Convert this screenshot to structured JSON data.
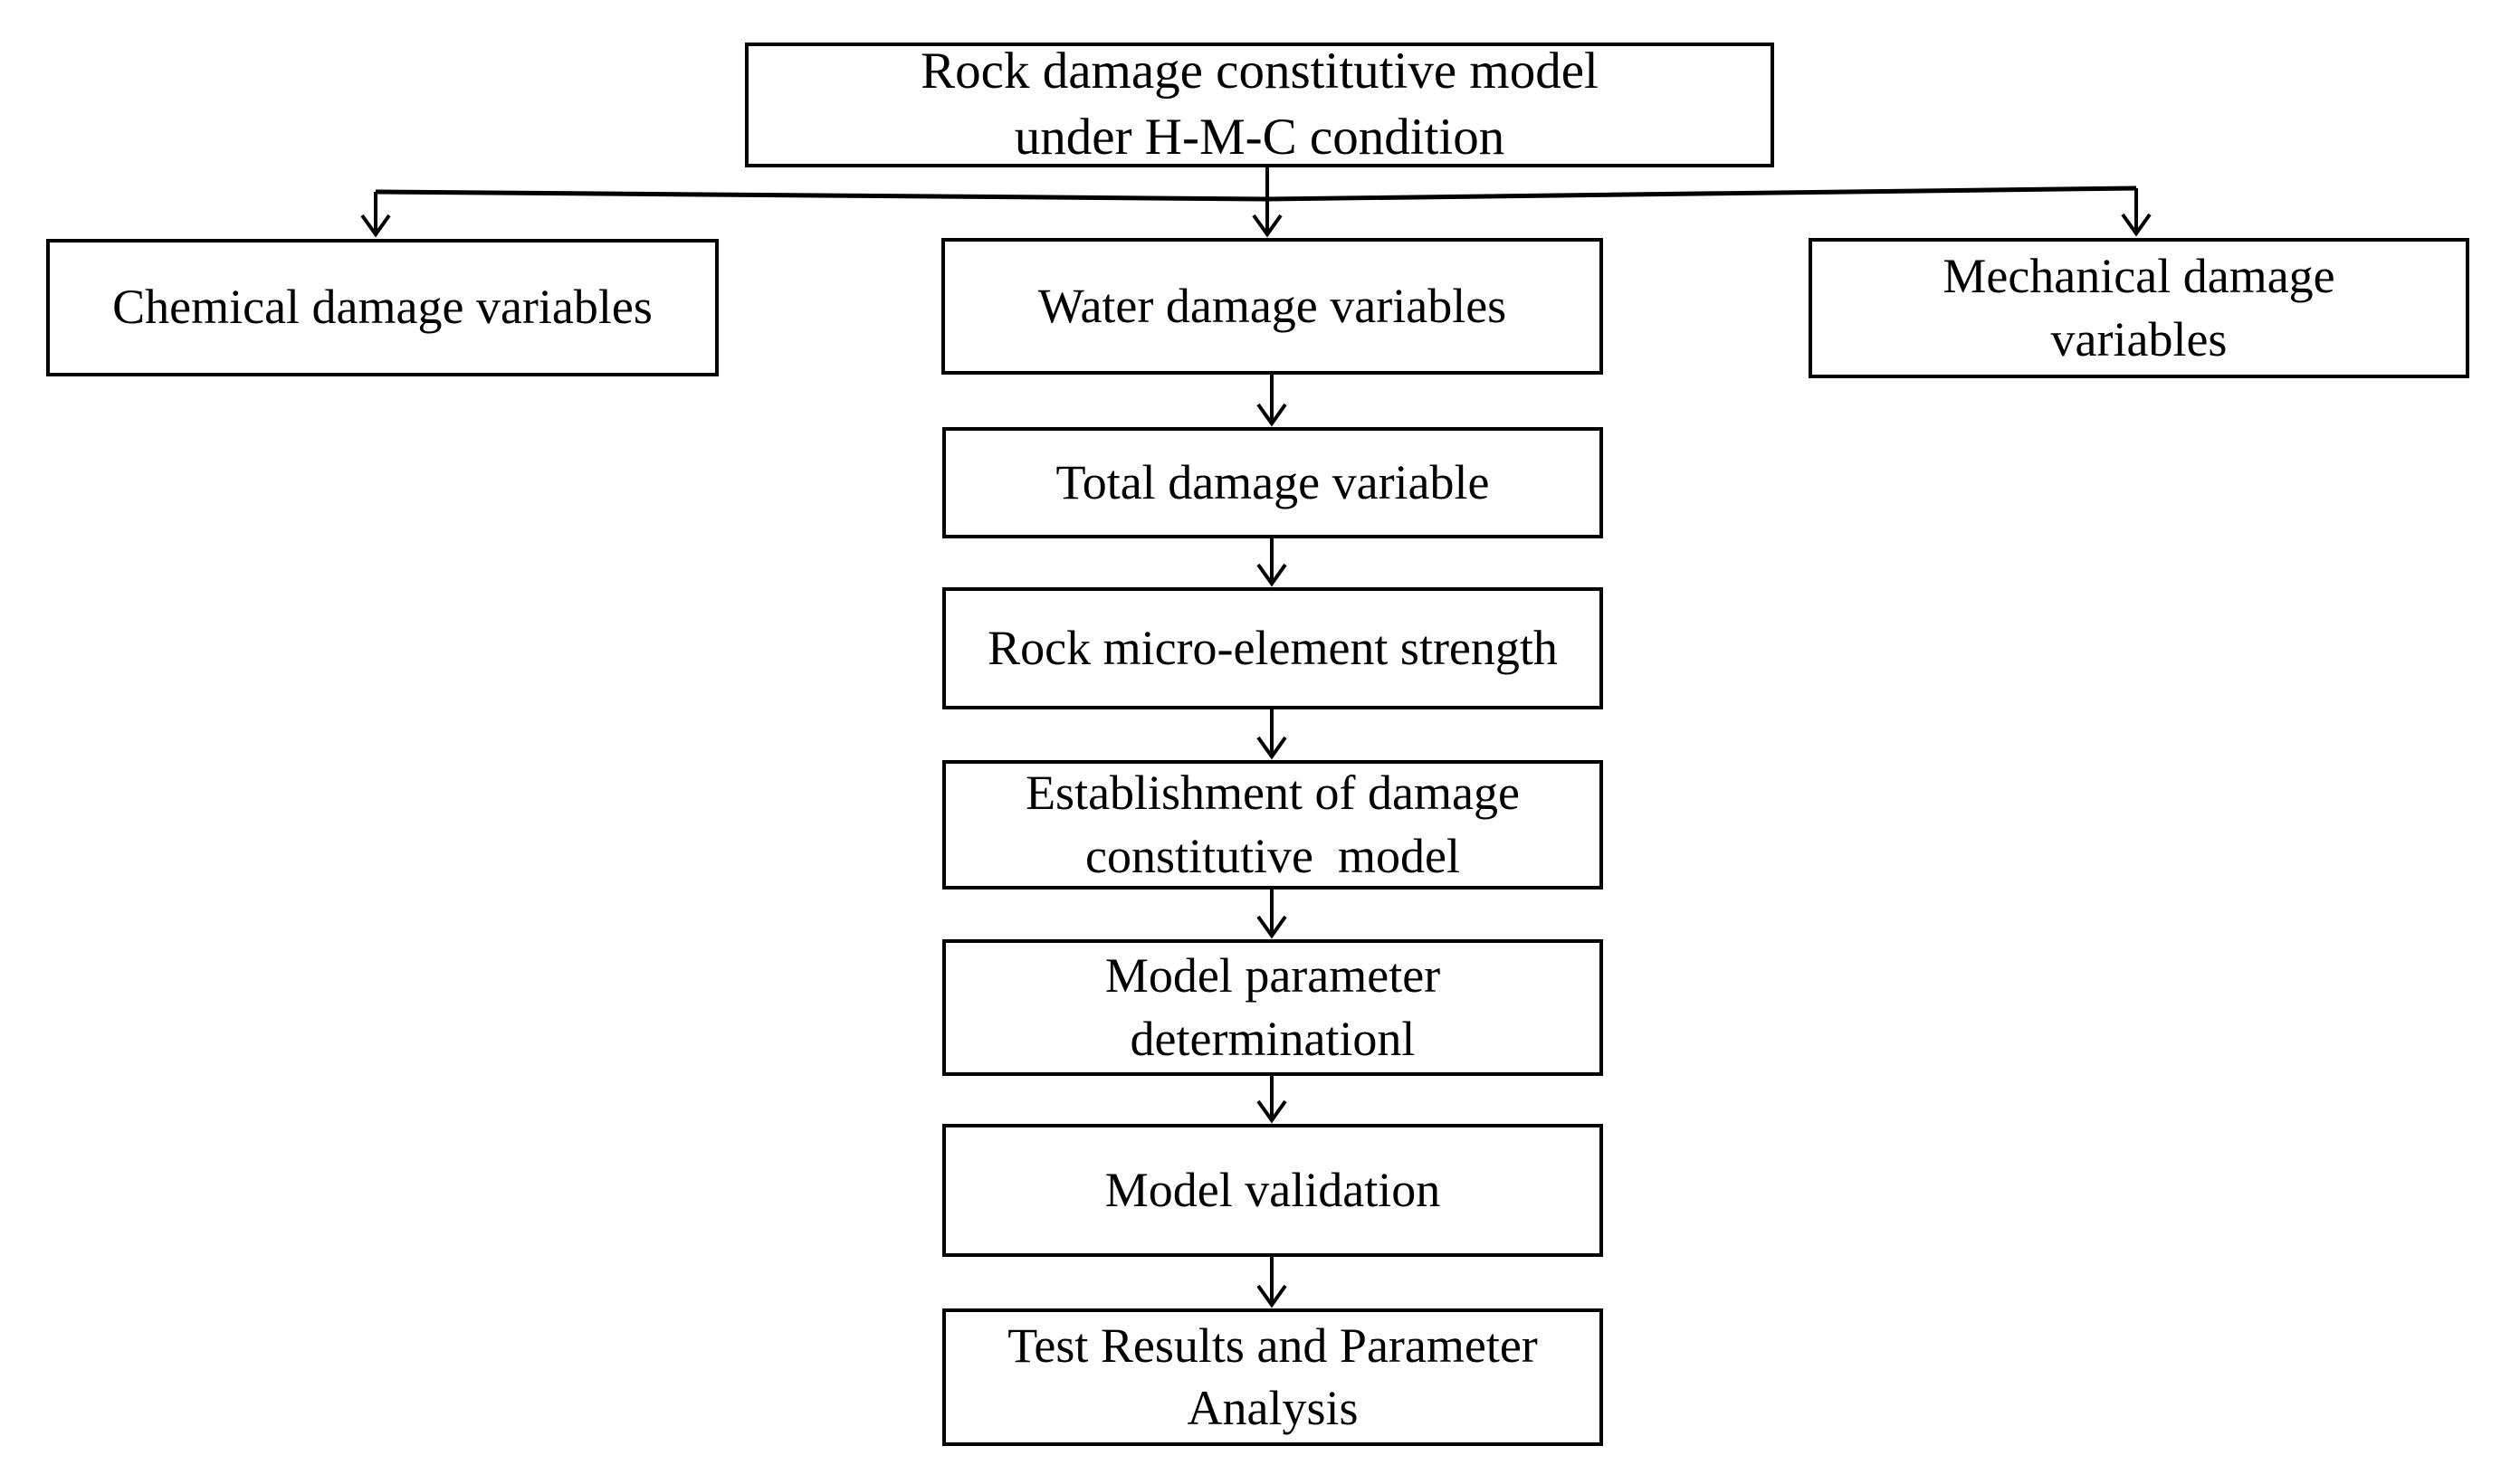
{
  "figure": {
    "background_color": "#ffffff",
    "line_color": "#000000",
    "text_color": "#000000"
  },
  "boxes": {
    "root": {
      "label": "Rock damage constitutive model\nunder H-M-C condition"
    },
    "chemical": {
      "label": "Chemical damage variables"
    },
    "water": {
      "label": "Water damage variables"
    },
    "mechanical": {
      "label": "Mechanical damage\nvariables"
    },
    "total": {
      "label": "Total damage variable"
    },
    "micro_strength": {
      "label": "Rock micro-element strength"
    },
    "establishment": {
      "label": "Establishment of damage\nconstitutive  model"
    },
    "parameter": {
      "label": "Model parameter\ndeterminationl"
    },
    "validation": {
      "label": "Model validation"
    },
    "test_results": {
      "label": "Test Results and Parameter\nAnalysis"
    }
  },
  "edges": [
    {
      "from": "root",
      "to": "chemical"
    },
    {
      "from": "root",
      "to": "water"
    },
    {
      "from": "root",
      "to": "mechanical"
    },
    {
      "from": "water",
      "to": "total"
    },
    {
      "from": "total",
      "to": "micro_strength"
    },
    {
      "from": "micro_strength",
      "to": "establishment"
    },
    {
      "from": "establishment",
      "to": "parameter"
    },
    {
      "from": "parameter",
      "to": "validation"
    },
    {
      "from": "validation",
      "to": "test_results"
    }
  ]
}
